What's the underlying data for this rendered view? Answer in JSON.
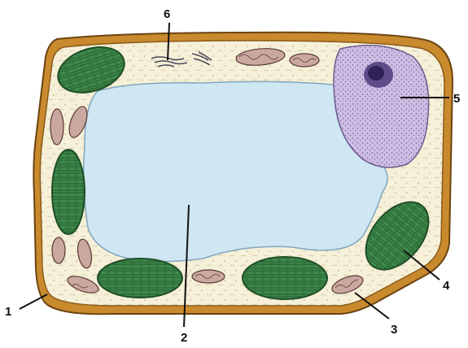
{
  "labels": {
    "n1": "1",
    "n2": "2",
    "n3": "3",
    "n4": "4",
    "n5": "5",
    "n6": "6"
  },
  "colors": {
    "cell_wall": "#c98a2e",
    "cell_wall_inner": "#8a5a1a",
    "cytoplasm": "#f6f0d8",
    "vacuole": "#cfe6f3",
    "chloroplast": "#3f8a4c",
    "chloroplast_dark": "#235a2c",
    "mitochondrion": "#c9a8a0",
    "nucleus": "#cdbde3",
    "nucleolus": "#4a3a78"
  }
}
